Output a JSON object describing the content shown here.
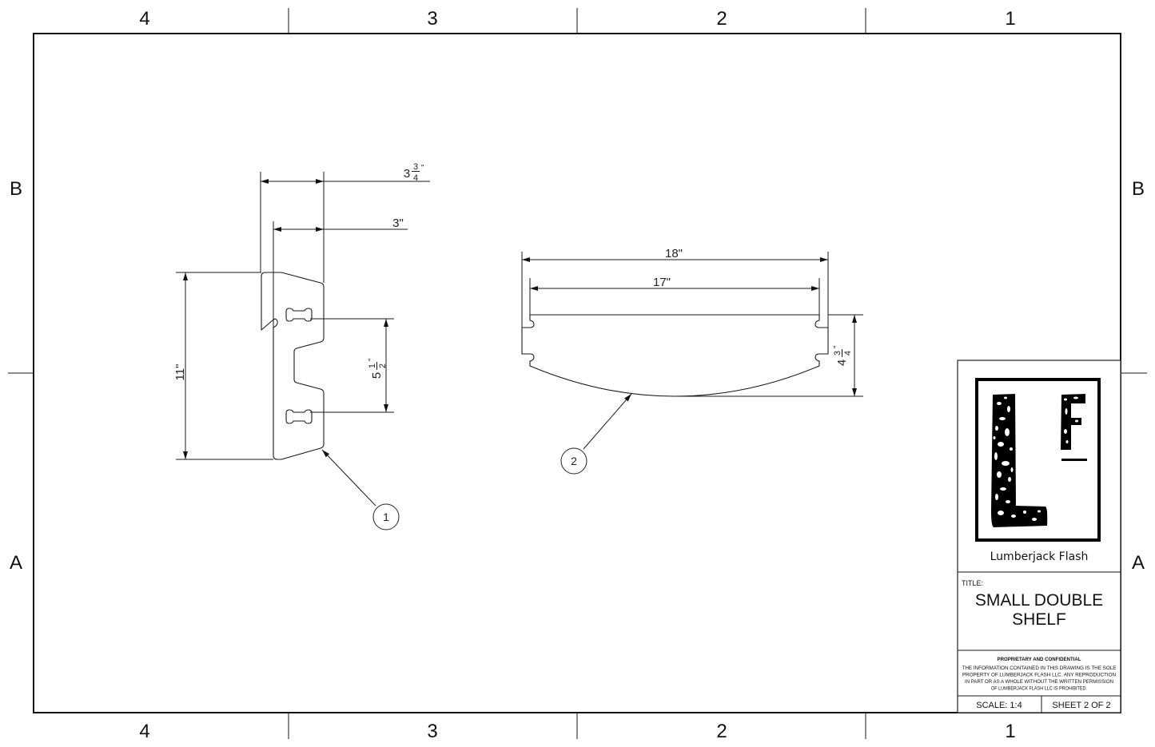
{
  "drawing_sheet": {
    "zone_columns": [
      "4",
      "3",
      "2",
      "1"
    ],
    "zone_rows": [
      "B",
      "A"
    ]
  },
  "views": {
    "end_panel": {
      "balloon": "1",
      "dim_overall_width": {
        "whole": "3",
        "numerator": "3",
        "denominator": "4",
        "unit": "\""
      },
      "dim_inner_width": {
        "text": "3\""
      },
      "dim_height": {
        "text": "11\""
      },
      "dim_slot_spacing": {
        "whole": "5",
        "numerator": "1",
        "denominator": "2",
        "unit": "\""
      }
    },
    "shelf_board": {
      "balloon": "2",
      "dim_overall_length": {
        "text": "18\""
      },
      "dim_inner_length": {
        "text": "17\""
      },
      "dim_depth": {
        "whole": "4",
        "numerator": "3",
        "denominator": "4",
        "unit": "\""
      }
    }
  },
  "title_block": {
    "logo": {
      "letters": "LF"
    },
    "company_name": "Lumberjack Flash",
    "title_label": "TITLE:",
    "title_lines": [
      "SMALL DOUBLE",
      "SHELF"
    ],
    "proprietary_heading": "PROPRIETARY AND CONFIDENTIAL",
    "proprietary_text": [
      "THE INFORMATION CONTAINED IN THIS DRAWING IS THE SOLE",
      "PROPERTY OF LUMBERJACK FLASH LLC.  ANY REPRODUCTION",
      "IN PART OR AS A WHOLE WITHOUT THE WRITTEN PERMISSION",
      "OF LUMBERJACK FLASH LLC IS PROHIBITED."
    ],
    "scale": "SCALE: 1:4",
    "sheet": "SHEET 2 OF 2"
  }
}
